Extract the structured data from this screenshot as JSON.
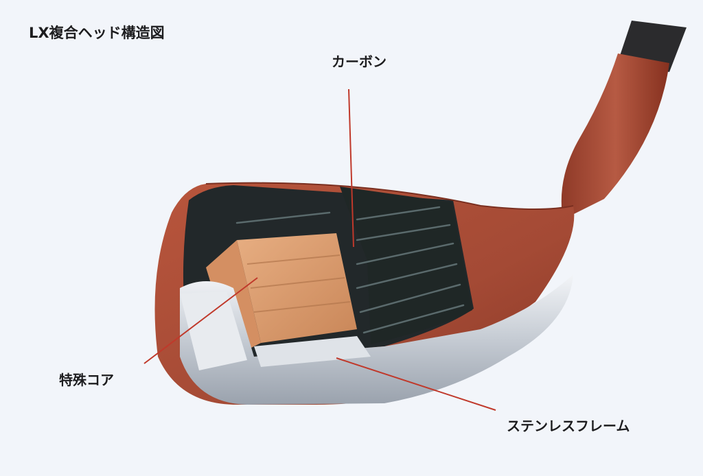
{
  "title": "LX複合ヘッド構造図",
  "labels": {
    "carbon": "カーボン",
    "core": "特殊コア",
    "frame": "ステンレスフレーム"
  },
  "colors": {
    "background": "#f2f5fa",
    "head": "#a84a35",
    "carbon": "#1f2726",
    "core": "#d99a6c",
    "frame": "#c9ced6",
    "leader": "#c0392b"
  },
  "icons": [
    "golf-iron-head-illustration"
  ]
}
